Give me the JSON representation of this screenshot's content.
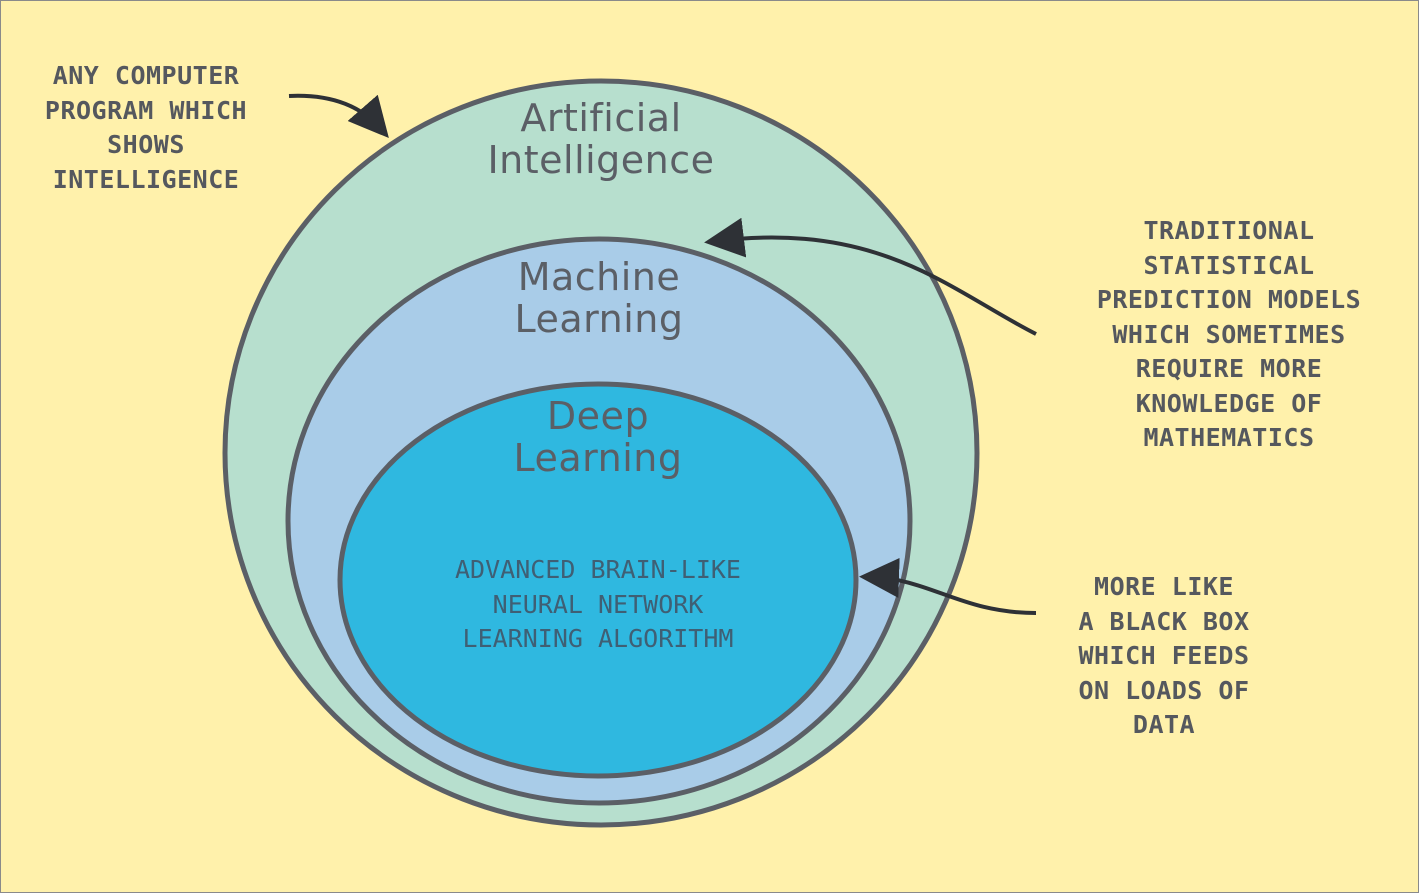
{
  "colors": {
    "background": "#fff1ab",
    "ai_circle": "#b7dfce",
    "ml_circle": "#a9cce8",
    "dl_circle": "#2fb8e0",
    "outline": "#5b5f66",
    "arrow": "#2e3136"
  },
  "circles": {
    "ai": {
      "title_lines": [
        "Artificial",
        "Intelligence"
      ]
    },
    "ml": {
      "title_lines": [
        "Machine",
        "Learning"
      ]
    },
    "dl": {
      "title_lines": [
        "Deep",
        "Learning"
      ],
      "description_lines": [
        "ADVANCED BRAIN-LIKE",
        "NEURAL NETWORK",
        "LEARNING ALGORITHM"
      ]
    }
  },
  "annotations": {
    "ai_note": [
      "ANY COMPUTER",
      "PROGRAM WHICH",
      "SHOWS",
      "INTELLIGENCE"
    ],
    "ml_note": [
      "TRADITIONAL",
      "STATISTICAL",
      "PREDICTION MODELS",
      "WHICH SOMETIMES",
      "REQUIRE MORE",
      "KNOWLEDGE OF",
      "MATHEMATICS"
    ],
    "dl_note": [
      "MORE LIKE",
      "A BLACK BOX",
      "WHICH FEEDS",
      "ON LOADS OF",
      "DATA"
    ]
  }
}
